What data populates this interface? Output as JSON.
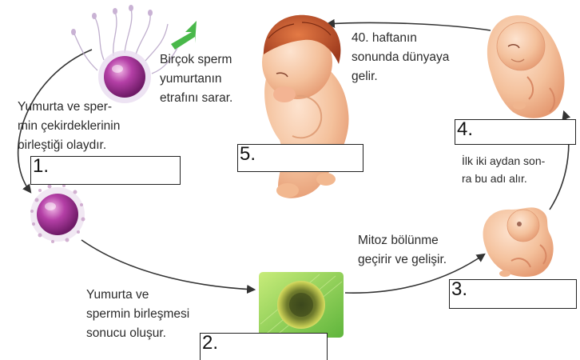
{
  "steps": [
    {
      "number": "1.",
      "text_lines": [
        "Yumurta ve sper-",
        "min çekirdeklerinin",
        "birleştiği olaydır."
      ]
    },
    {
      "number": "2.",
      "text_lines": [
        "Yumurta ve",
        "spermin birleşmesi",
        "sonucu oluşur."
      ]
    },
    {
      "number": "3.",
      "text_lines": [
        "Mitoz bölünme",
        "geçirir ve gelişir."
      ]
    },
    {
      "number": "4.",
      "text_lines": [
        "İlk iki aydan son-",
        "ra bu adı alır."
      ]
    },
    {
      "number": "5.",
      "text_lines": [
        "40. haftanın",
        "sonunda dünyaya",
        "gelir."
      ]
    }
  ],
  "sperm_note_lines": [
    "Birçok sperm",
    "yumurtanın",
    "etrafını sarar."
  ],
  "colors": {
    "egg": "#a8369a",
    "skin": "#f6c9a6",
    "hair": "#c8532c",
    "zygote_bg": "#8fd14f",
    "arrow": "#333333",
    "green_arrow": "#49b84a"
  }
}
